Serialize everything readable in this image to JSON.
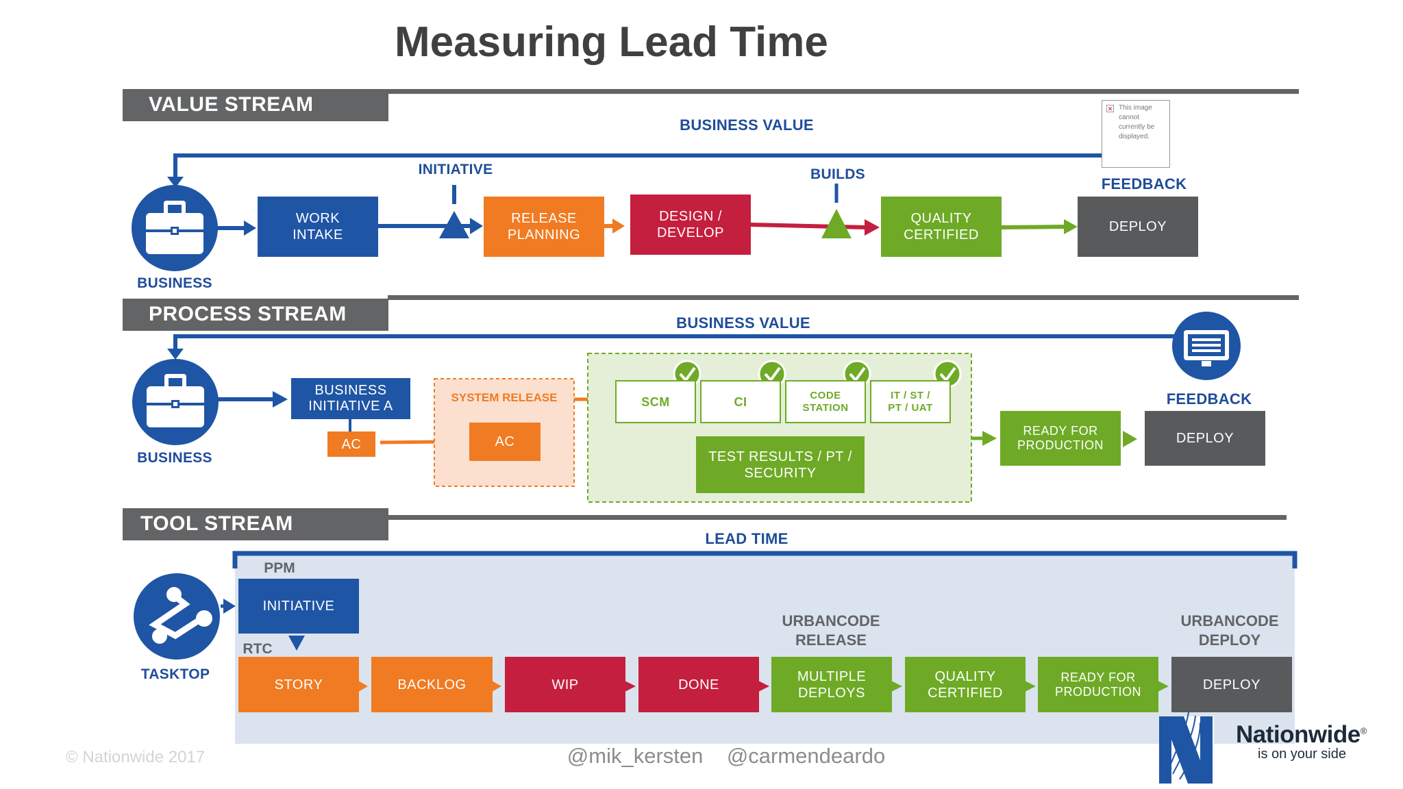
{
  "title": "Measuring Lead Time",
  "value_stream": {
    "header": "VALUE STREAM",
    "business_value": "BUSINESS VALUE",
    "initiative": "INITIATIVE",
    "builds": "BUILDS",
    "feedback": "FEEDBACK",
    "business": "BUSINESS",
    "broken_image": "This image cannot currently be displayed.",
    "boxes": [
      "WORK\nINTAKE",
      "RELEASE\nPLANNING",
      "DESIGN /\nDEVELOP",
      "QUALITY\nCERTIFIED",
      "DEPLOY"
    ]
  },
  "process_stream": {
    "header": "PROCESS STREAM",
    "business_value": "BUSINESS VALUE",
    "feedback": "FEEDBACK",
    "business": "BUSINESS",
    "business_initiative": "BUSINESS\nINITIATIVE A",
    "ac_small": "AC",
    "system_release": "SYSTEM RELEASE",
    "ac": "AC",
    "checks": [
      "SCM",
      "CI",
      "CODE\nSTATION",
      "IT / ST /\nPT / UAT"
    ],
    "test_results": "TEST RESULTS / PT /\nSECURITY",
    "ready": "READY FOR\nPRODUCTION",
    "deploy": "DEPLOY"
  },
  "tool_stream": {
    "header": "TOOL STREAM",
    "lead_time": "LEAD TIME",
    "ppm": "PPM",
    "rtc": "RTC",
    "initiative": "INITIATIVE",
    "tasktop": "TASKTOP",
    "urbancode_release": "URBANCODE\nRELEASE",
    "urbancode_deploy": "URBANCODE\nDEPLOY",
    "boxes": [
      "STORY",
      "BACKLOG",
      "WIP",
      "DONE",
      "MULTIPLE\nDEPLOYS",
      "QUALITY\nCERTIFIED",
      "READY FOR\nPRODUCTION",
      "DEPLOY"
    ]
  },
  "footer": {
    "copyright": "© Nationwide 2017",
    "handles": "@mik_kersten    @carmendeardo",
    "brand": "Nationwide",
    "registered": "®",
    "tagline": "is on your side"
  },
  "colors": {
    "blue": "#1f55a5",
    "orange": "#f07b22",
    "red": "#c41f3e",
    "green": "#6eaa26",
    "gray": "#595a5c"
  }
}
